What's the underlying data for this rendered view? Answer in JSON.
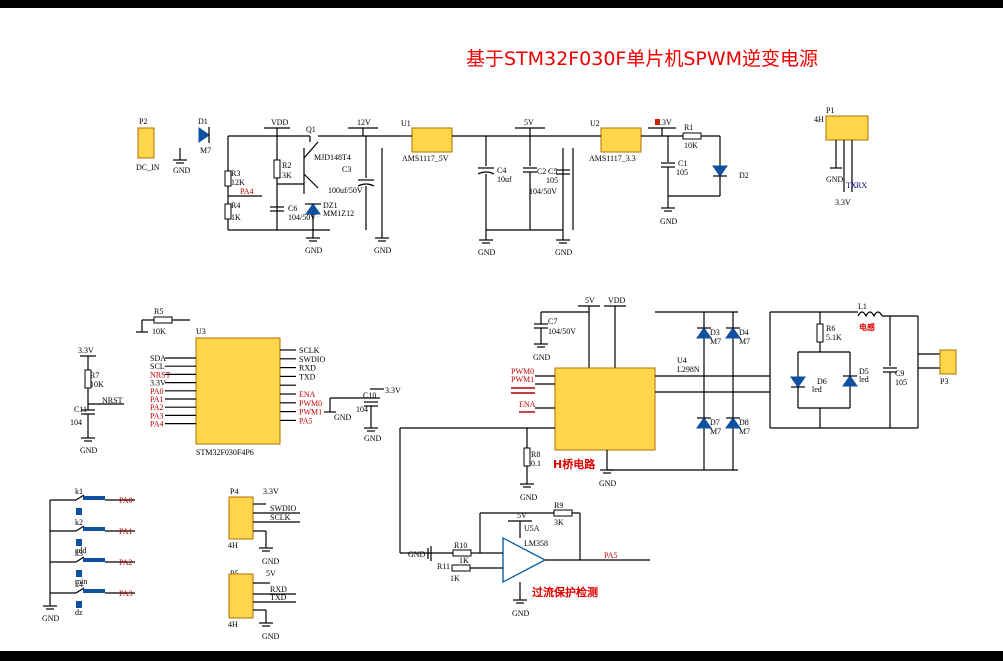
{
  "title": "基于STM32F030F单片机SPWM逆变电源",
  "sections": {
    "hbridge": "H桥电路",
    "overcurrent": "过流保护检测"
  },
  "power": {
    "p2": "P2",
    "dc_in": "DC_IN",
    "d1": "D1",
    "d1_val": "M7",
    "vdd": "VDD",
    "q1": "Q1",
    "q1_part": "MJD148T4",
    "r3": "R3",
    "r3_val": "12K",
    "pa4": "PA4",
    "r4": "R4",
    "r4_val": "1K",
    "r2": "R2",
    "r2_val": "3K",
    "c6": "C6",
    "c6_val": "104/50V",
    "dz1": "DZ1",
    "dz1_part": "MM1Z12",
    "v12": "12V",
    "c3": "C3",
    "c3_val": "100uf/50V",
    "u1": "U1",
    "u1_part": "AMS1117_5V",
    "v5": "5V",
    "c4": "C4",
    "c4_val": "10uf",
    "c2": "C2",
    "c2_val": "105",
    "c5": "C5",
    "c5_val": "104/50V",
    "u2": "U2",
    "u2_part": "AMS1117_3.3",
    "v33": "3.3V",
    "r1": "R1",
    "r1_val": "10K",
    "c1": "C1",
    "c1_val": "105",
    "d2": "D2",
    "p1": "P1",
    "p1_type": "4H",
    "p1_pins": [
      "GND",
      "TX",
      "RX"
    ],
    "p1_v": "3.3V",
    "gnd": "GND"
  },
  "mcu": {
    "r5": "R5",
    "r5_val": "10K",
    "u3": "U3",
    "part": "STM32F030F4P6",
    "left_pins": [
      "SDA",
      "SCL",
      "NRST",
      "3.3V",
      "PA0",
      "PA1",
      "PA2",
      "PA3",
      "PA4"
    ],
    "right_pins": [
      "SCLK",
      "SWDIO",
      "RXD",
      "TXD",
      "",
      "ENA",
      "PWM0",
      "PWM1",
      "PA5"
    ],
    "v33": "3.3V",
    "c10": "C10",
    "c10_val": "104",
    "r7": "R7",
    "r7_val": "10K",
    "nrst": "NRST",
    "c11": "C11",
    "c11_val": "104"
  },
  "keys": [
    {
      "ref": "k1",
      "name": "",
      "net": "PA0"
    },
    {
      "ref": "k2",
      "name": "add",
      "net": "PA1"
    },
    {
      "ref": "k3",
      "name": "min",
      "net": "PA2"
    },
    {
      "ref": "k4",
      "name": "dz",
      "net": "PA3"
    }
  ],
  "headers": {
    "p4": "P4",
    "p4_type": "4H",
    "p4_pins": [
      "3.3V",
      "SWDIO",
      "SCLK"
    ],
    "p5": "P5",
    "p5_type": "4H",
    "p5_pins": [
      "5V",
      "RXD",
      "TXD"
    ]
  },
  "hbridge": {
    "v5": "5V",
    "vdd": "VDD",
    "c7": "C7",
    "c7_val": "104/50V",
    "u4": "U4",
    "u4_part": "L298N",
    "inputs": [
      "PWM0",
      "PWM1",
      "ENA"
    ],
    "d3": "D3",
    "d4": "D4",
    "d7": "D7",
    "d8": "D8",
    "d_val": "M7",
    "r8": "R8",
    "r8_val": "0.1",
    "l1": "L1",
    "l1_val": "电感",
    "r6": "R6",
    "r6_val": "5.1K",
    "d6": "D6",
    "d6_val": "led",
    "d5": "D5",
    "d5_val": "led",
    "c9": "C9",
    "c9_val": "105",
    "p3": "P3"
  },
  "protect": {
    "v5": "5V",
    "u5": "U5A",
    "part": "LM358",
    "r9": "R9",
    "r9_val": "3K",
    "r10": "R10",
    "r10_val": "1K",
    "r11": "R11",
    "r11_val": "1K",
    "gnd": "GND",
    "pa5": "PA5"
  }
}
